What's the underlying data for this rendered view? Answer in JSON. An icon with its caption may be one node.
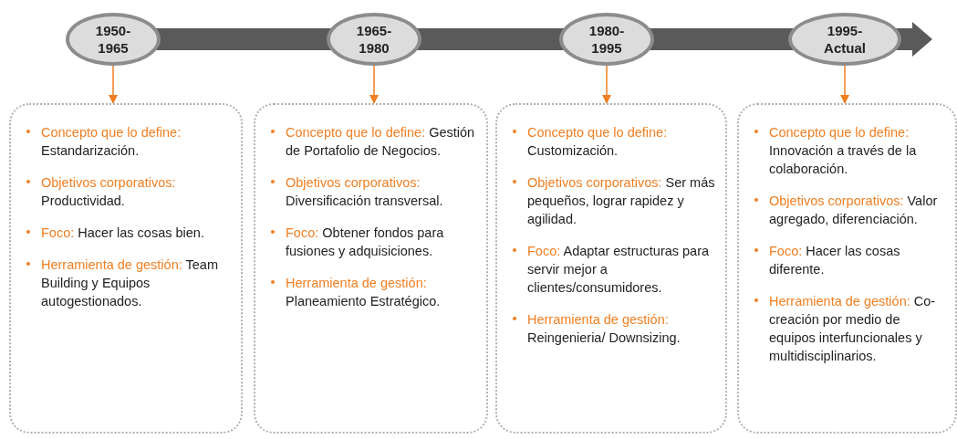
{
  "diagram": {
    "nodes": [
      {
        "text": [
          "1950- 1965"
        ]
      },
      {
        "text": [
          "1965- 1980"
        ]
      },
      {
        "text": [
          "1980- 1995"
        ]
      },
      {
        "text": [
          "1995- Actual"
        ]
      },
      {
        "text": [
          "Concepto que lo define:",
          "Estandarización.",
          "Objetivos corporativos:",
          "Productividad.",
          "Foco:",
          "Hacer las cosas bien.",
          "Herramienta de gestión:",
          "Team Building y Equipos autogestionados."
        ]
      },
      {
        "text": [
          "Concepto que lo define:",
          "Gestión de Portafolio de Negocios.",
          "Objetivos corporativos:",
          "Diversificación transversal.",
          "Foco:",
          "Obtener fondos para fusiones y adquisiciones.",
          "Herramienta de gestión:",
          "Planeamiento Estratégico."
        ]
      },
      {
        "text": [
          "Concepto que lo define:",
          "Customización.",
          "Objetivos corporativos:",
          "Ser más pequeños, lograr rapidez y agilidad.",
          "Foco:",
          "Adaptar estructuras para servir mejor a clientes/consumidores.",
          "Herramienta de gestión:",
          "Reingenieria/ Downsizing."
        ]
      },
      {
        "text": [
          "Concepto que lo define:",
          "Innovación a través de la colaboración.",
          "Objetivos corporativos:",
          "Valor agregado, diferenciación.",
          "Foco:",
          "Hacer las cosas diferente.",
          "Herramienta de gestión:",
          "Co-creación por medio de equipos interfuncionales y multidisciplinarios."
        ]
      }
    ],
    "edges": [
      {
        "from": 0,
        "to": 4,
        "arrow": "to"
      },
      {
        "from": 1,
        "to": 5,
        "arrow": "to"
      },
      {
        "from": 2,
        "to": 6,
        "arrow": "to"
      },
      {
        "from": 3,
        "to": 7,
        "arrow": "to"
      }
    ]
  }
}
